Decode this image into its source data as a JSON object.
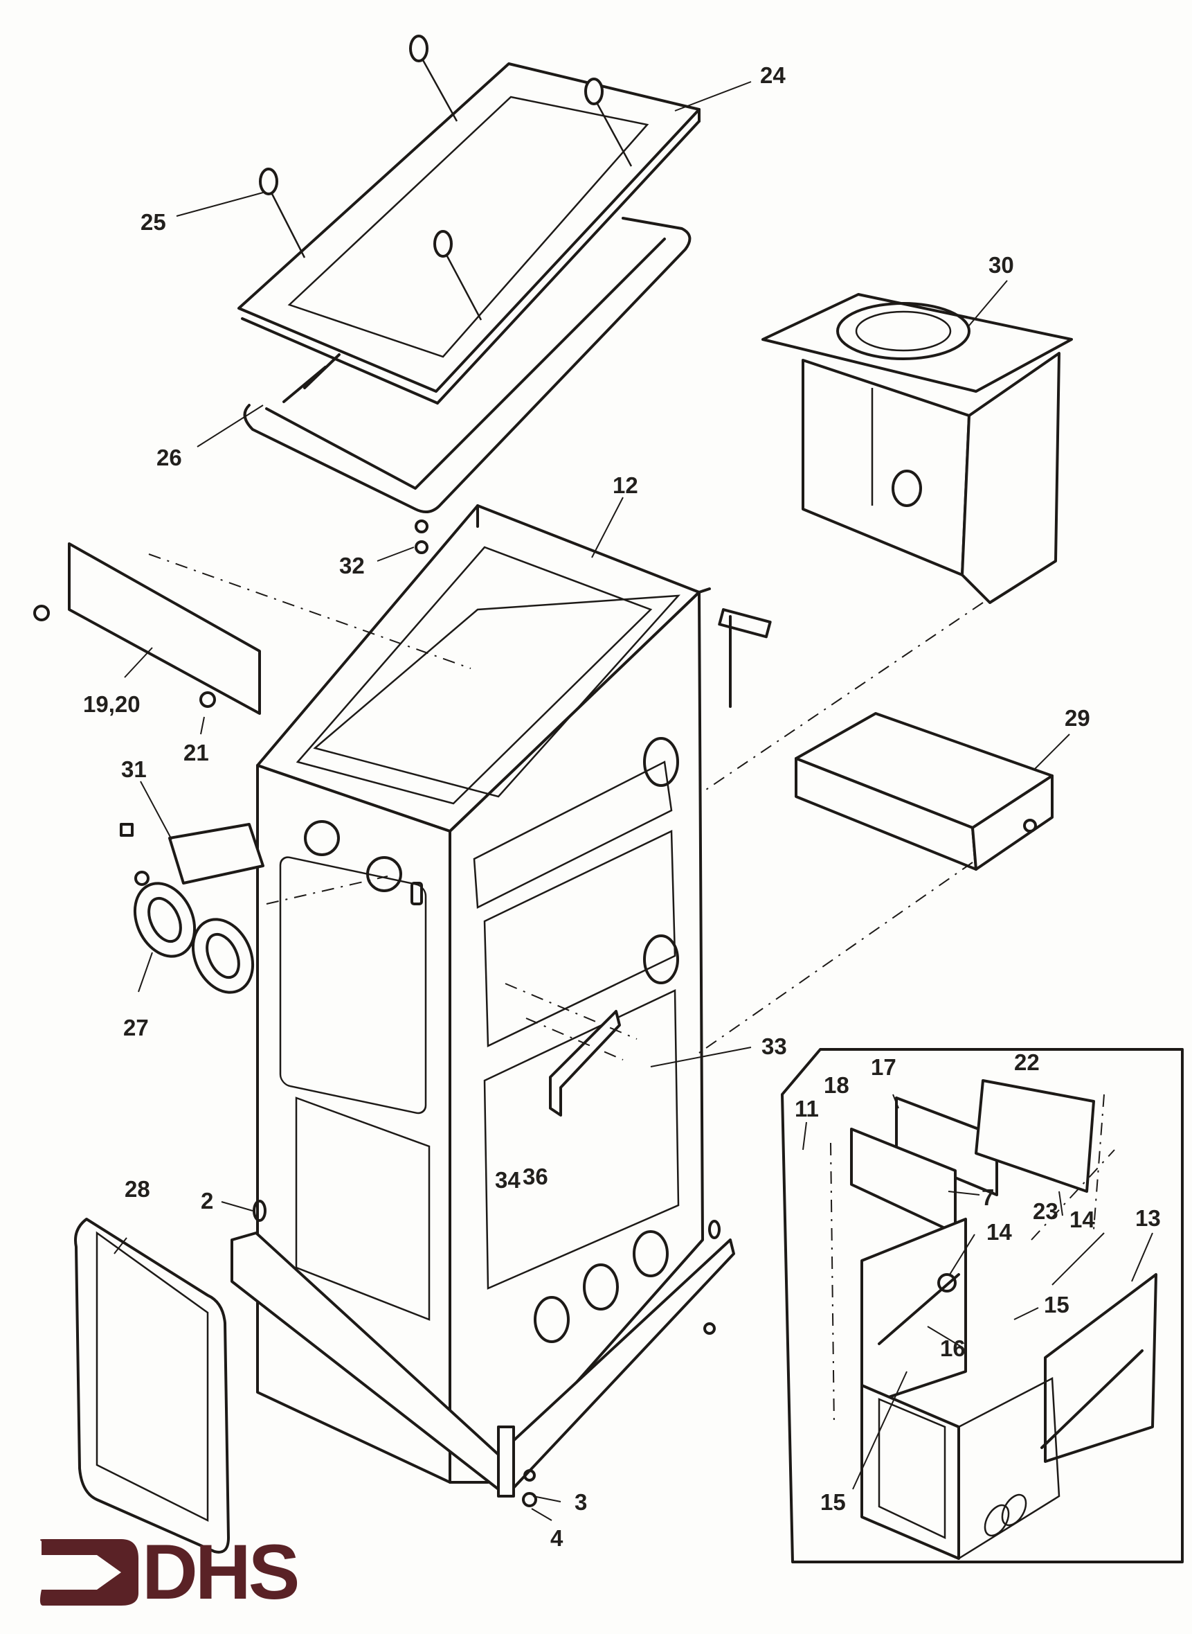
{
  "title": "Exploded parts diagram – cabinet assembly",
  "brand": {
    "name": "DHS",
    "color": "#5a2226",
    "icon": "arrow-right-bracket-icon"
  },
  "colors": {
    "line": "#1d1a17",
    "paper": "#fdfdfb"
  },
  "callouts": [
    {
      "id": "c24",
      "text": "24",
      "part": "top-lid"
    },
    {
      "id": "c25",
      "text": "25",
      "part": "lid-fastener"
    },
    {
      "id": "c26",
      "text": "26",
      "part": "lid-gasket"
    },
    {
      "id": "c30",
      "text": "30",
      "part": "flue-box"
    },
    {
      "id": "c12",
      "text": "12",
      "part": "main-cabinet"
    },
    {
      "id": "c32",
      "text": "32",
      "part": "screws"
    },
    {
      "id": "c1920",
      "text": "19,20",
      "part": "side-panel"
    },
    {
      "id": "c21",
      "text": "21",
      "part": "panel-screw"
    },
    {
      "id": "c29",
      "text": "29",
      "part": "shelf-tray"
    },
    {
      "id": "c31",
      "text": "31",
      "part": "bracket"
    },
    {
      "id": "c27",
      "text": "27",
      "part": "grommets"
    },
    {
      "id": "c33",
      "text": "33",
      "part": "mounting-bracket-screws"
    },
    {
      "id": "c34",
      "text": "34",
      "part": "nut"
    },
    {
      "id": "c36",
      "text": "36",
      "part": "washer"
    },
    {
      "id": "c28",
      "text": "28",
      "part": "door-gasket"
    },
    {
      "id": "c2",
      "text": "2",
      "part": "clip"
    },
    {
      "id": "c3",
      "text": "3",
      "part": "foot-screw"
    },
    {
      "id": "c4",
      "text": "4",
      "part": "foot-nut"
    }
  ],
  "inset": {
    "callouts": [
      {
        "id": "i11",
        "text": "11"
      },
      {
        "id": "i18",
        "text": "18"
      },
      {
        "id": "i17",
        "text": "17"
      },
      {
        "id": "i22",
        "text": "22"
      },
      {
        "id": "i7",
        "text": "7"
      },
      {
        "id": "i23",
        "text": "23"
      },
      {
        "id": "i14a",
        "text": "14"
      },
      {
        "id": "i13",
        "text": "13"
      },
      {
        "id": "i14b",
        "text": "14"
      },
      {
        "id": "i15a",
        "text": "15"
      },
      {
        "id": "i16",
        "text": "16"
      },
      {
        "id": "i15b",
        "text": "15"
      }
    ]
  }
}
